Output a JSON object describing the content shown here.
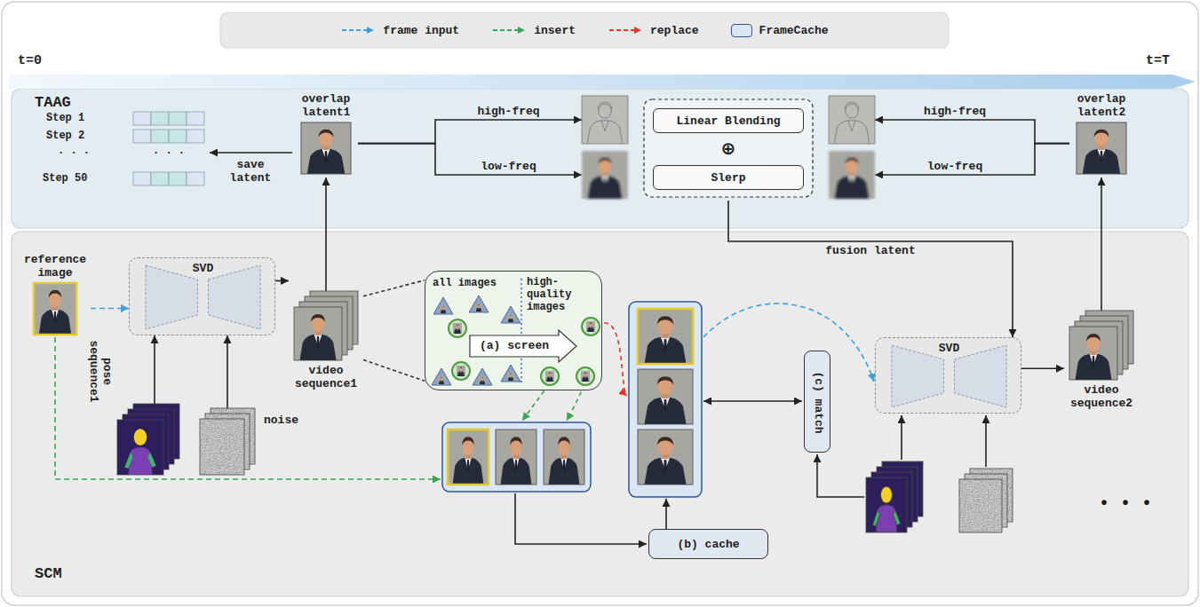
{
  "diagram": {
    "nodes": [
      {
        "text": [
          "TAAG"
        ]
      },
      {
        "text": [
          "overlap latent1"
        ],
        "in": 0
      },
      {
        "text": [
          "⊕"
        ],
        "in": 0
      },
      {
        "text": [
          "Linear Blending"
        ],
        "in": 2
      },
      {
        "text": [
          "Slerp"
        ],
        "in": 2
      },
      {
        "text": [
          "overlap latent2"
        ],
        "in": 0
      },
      {
        "text": [
          "SCM"
        ]
      },
      {
        "text": [
          "reference image"
        ],
        "in": 6
      },
      {
        "text": [
          "SVD"
        ],
        "in": 6
      },
      {
        "text": [
          "pose sequence1"
        ],
        "in": 6
      },
      {
        "text": [
          "noise"
        ],
        "in": 6
      },
      {
        "text": [
          "video sequence1"
        ],
        "in": 6
      },
      {
        "text": [
          "all images",
          "high-quality images",
          "(a) screen"
        ],
        "in": 6
      },
      {
        "text": [
          "(b) cache"
        ],
        "in": 6
      },
      {
        "text": [
          "(c) match"
        ],
        "in": 6
      },
      {
        "text": [
          "SVD"
        ],
        "in": 6
      },
      {
        "text": [
          "video sequence2"
        ],
        "in": 6
      }
    ],
    "edges": [
      {
        "from": 7,
        "to": 8,
        "arrow": "to"
      },
      {
        "from": 9,
        "to": 8,
        "arrow": "to"
      },
      {
        "from": 10,
        "to": 8,
        "arrow": "to"
      },
      {
        "from": 8,
        "to": 11,
        "arrow": "to"
      },
      {
        "from": 11,
        "to": 1,
        "arrow": "to"
      },
      {
        "from": 1,
        "to": 2,
        "arrow": "to",
        "label": "high-freq"
      },
      {
        "from": 1,
        "to": 2,
        "arrow": "to",
        "label": "low-freq"
      },
      {
        "from": 5,
        "to": 2,
        "arrow": "to",
        "label": "high-freq"
      },
      {
        "from": 5,
        "to": 2,
        "arrow": "to",
        "label": "low-freq"
      },
      {
        "from": 2,
        "to": 15,
        "arrow": "to",
        "label": "fusion latent"
      },
      {
        "from": 11,
        "to": 12,
        "arrow": "none"
      },
      {
        "from": 11,
        "to": 12,
        "arrow": "none"
      },
      {
        "from": 15,
        "to": 16,
        "arrow": "to"
      },
      {
        "from": 16,
        "to": 5,
        "arrow": "to"
      }
    ],
    "labels": [
      "t=0",
      "t=T",
      "Step 1",
      "Step 2",
      "· · ·",
      "· · ·",
      "Step 50",
      "save latent",
      "• • •"
    ],
    "legend": [
      {
        "text": "frame input"
      },
      {
        "text": "insert"
      },
      {
        "text": "replace"
      },
      {
        "text": "FrameCache",
        "color": "#dbe6f4"
      }
    ]
  }
}
